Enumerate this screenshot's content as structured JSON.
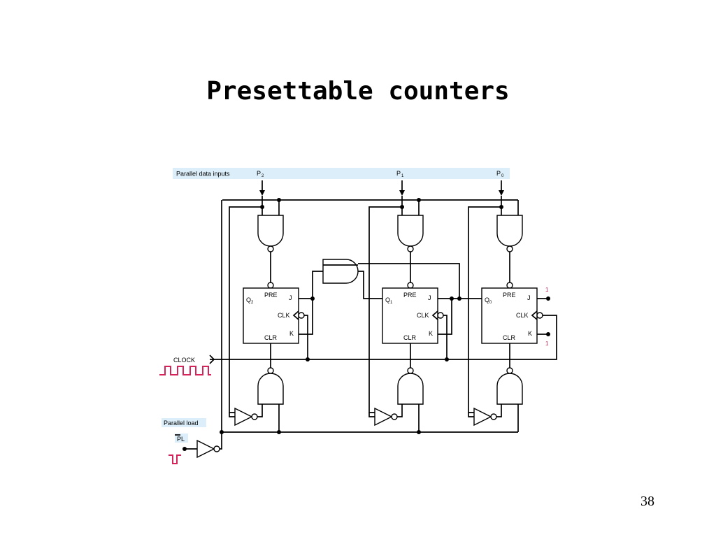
{
  "slide": {
    "title": "Presettable counters",
    "page_number": "38"
  },
  "diagram": {
    "parallel_data_inputs_label": "Parallel data inputs",
    "inputs": [
      {
        "letter": "P",
        "index": "2"
      },
      {
        "letter": "P",
        "index": "1"
      },
      {
        "letter": "P",
        "index": "0"
      }
    ],
    "flip_flops": [
      {
        "q_letter": "Q",
        "q_index": "2",
        "pre": "PRE",
        "j": "J",
        "clk": "CLK",
        "k": "K",
        "clr": "CLR"
      },
      {
        "q_letter": "Q",
        "q_index": "1",
        "pre": "PRE",
        "j": "J",
        "clk": "CLK",
        "k": "K",
        "clr": "CLR"
      },
      {
        "q_letter": "Q",
        "q_index": "0",
        "pre": "PRE",
        "j": "J",
        "clk": "CLK",
        "k": "K",
        "clr": "CLR"
      }
    ],
    "clock_label": "CLOCK",
    "parallel_load_label": "Parallel load",
    "pl_label": "PL",
    "j_const": "1",
    "k_const": "1",
    "colors": {
      "waveform": "#d6245a",
      "constant_label": "#c21a4a"
    }
  }
}
